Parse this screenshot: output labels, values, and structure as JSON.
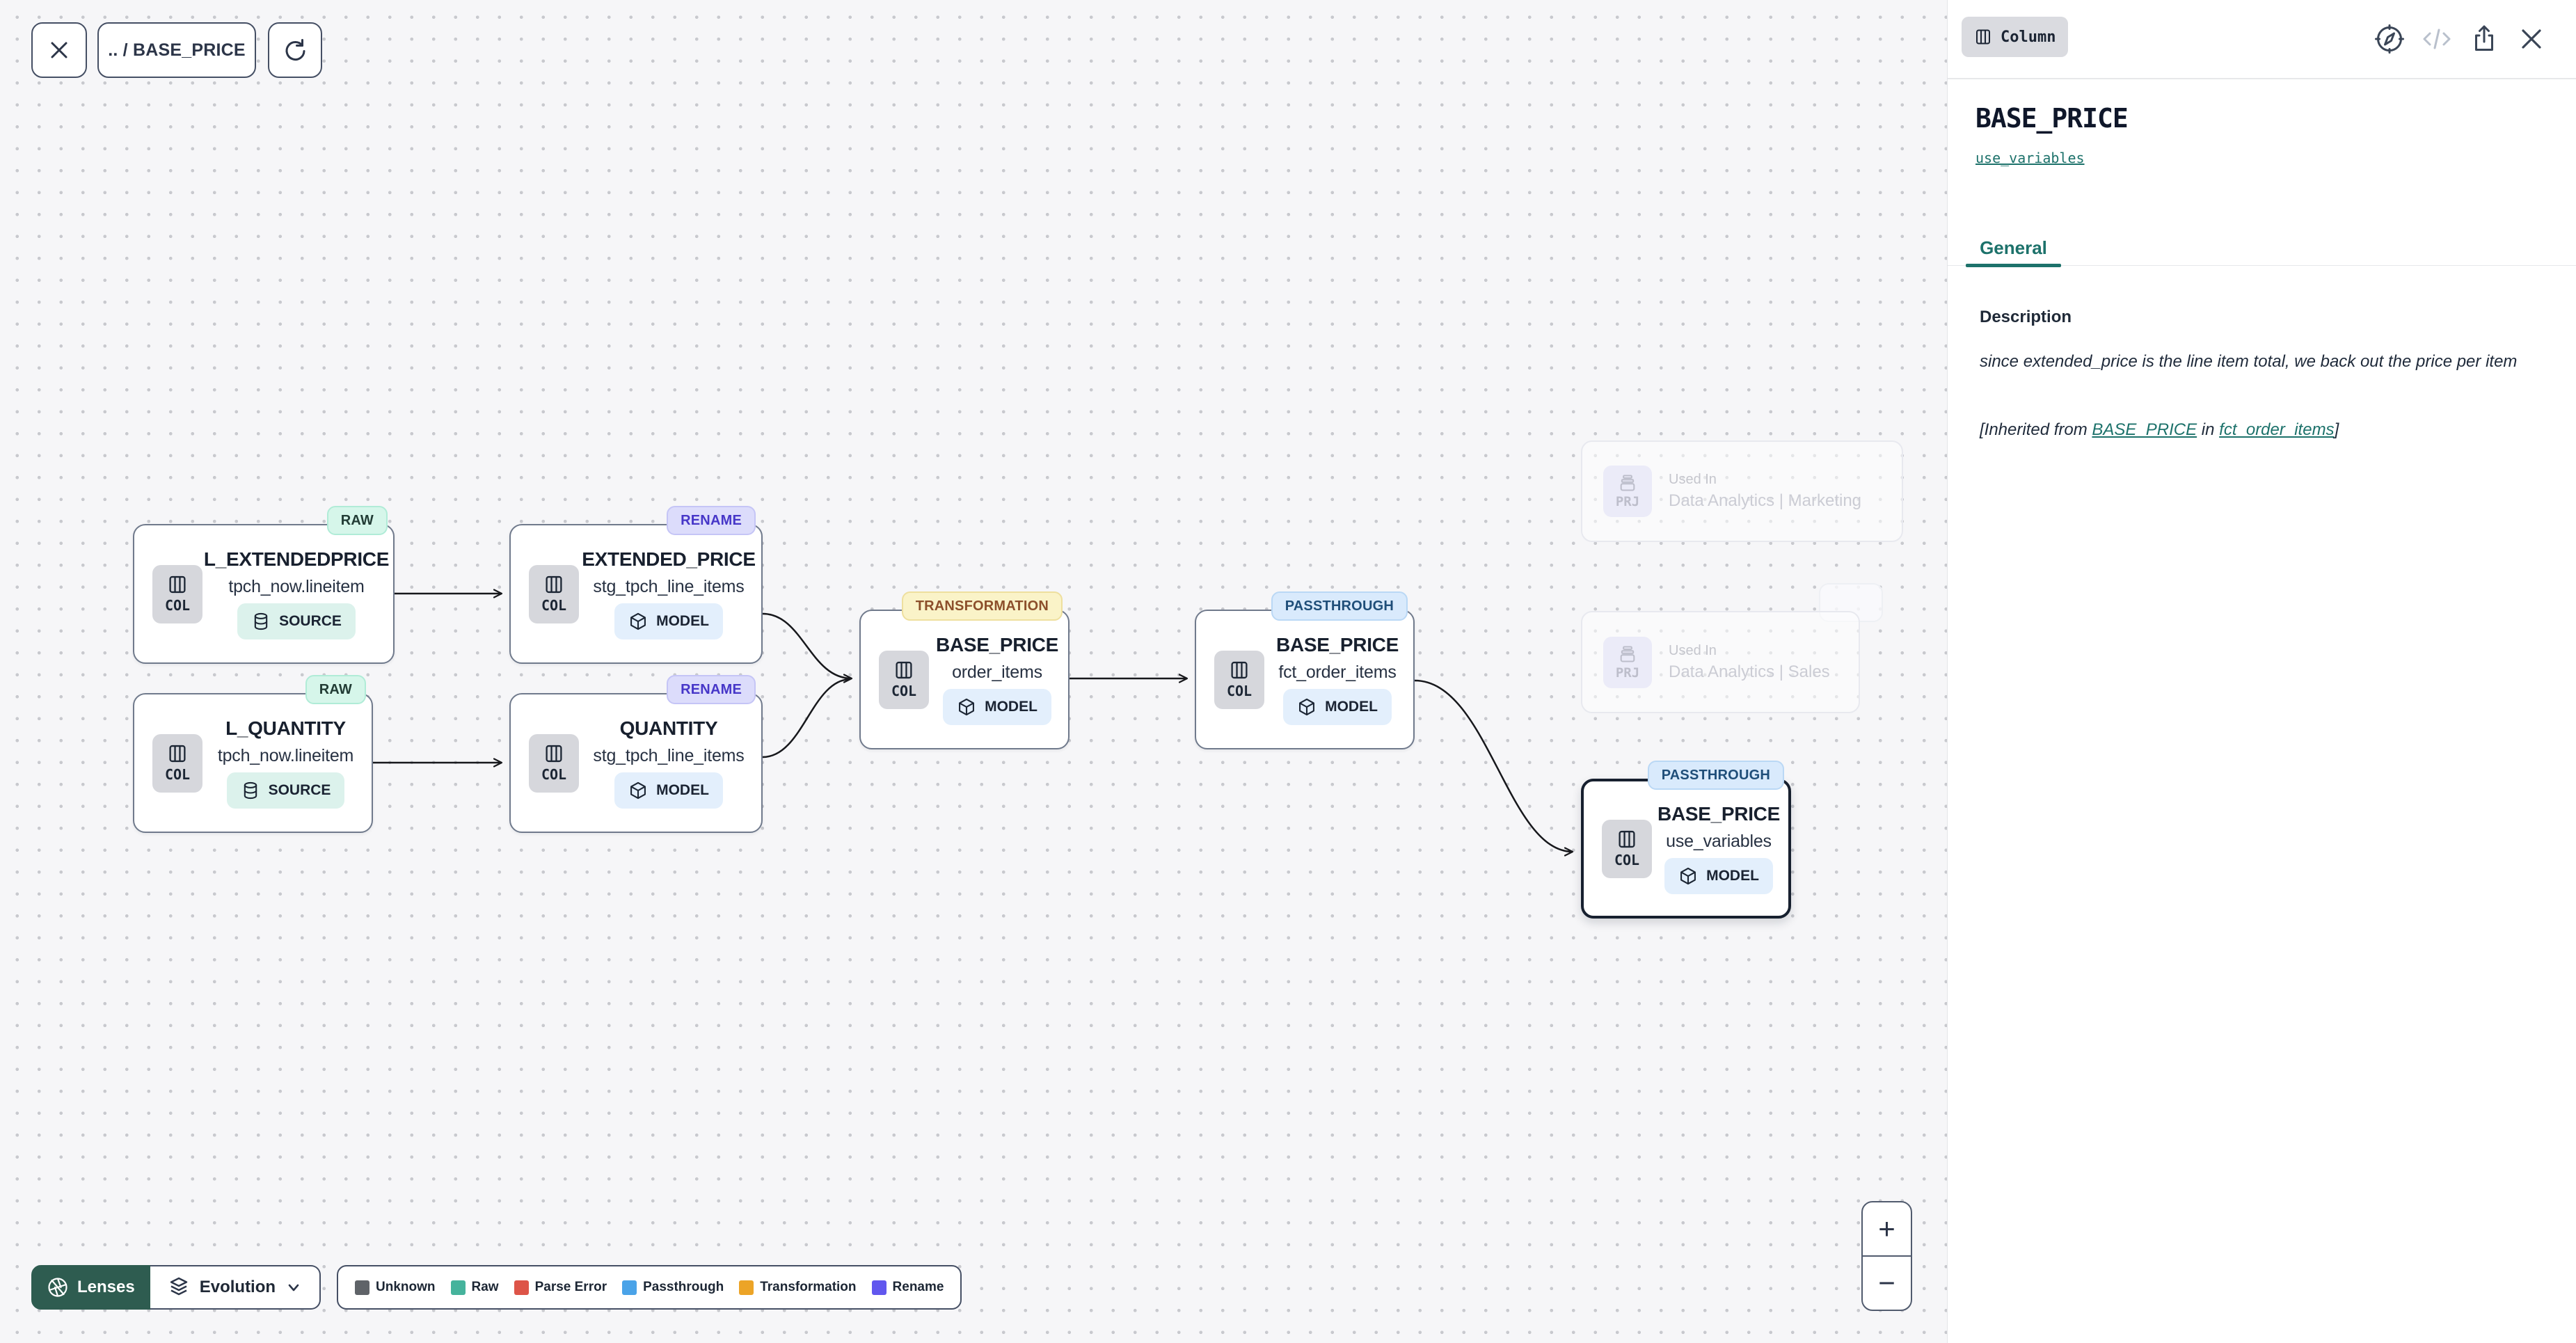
{
  "toolbar": {
    "breadcrumb": ".. / BASE_PRICE"
  },
  "graph": {
    "nodes": [
      {
        "title": "L_EXTENDEDPRICE",
        "subtitle": "tpch_now.lineitem",
        "badge": "RAW",
        "badge_type": "raw",
        "col_label": "COL",
        "type_label": "SOURCE",
        "type": "source",
        "selected": false
      },
      {
        "title": "EXTENDED_PRICE",
        "subtitle": "stg_tpch_line_items",
        "badge": "RENAME",
        "badge_type": "rename",
        "col_label": "COL",
        "type_label": "MODEL",
        "type": "model",
        "selected": false
      },
      {
        "title": "L_QUANTITY",
        "subtitle": "tpch_now.lineitem",
        "badge": "RAW",
        "badge_type": "raw",
        "col_label": "COL",
        "type_label": "SOURCE",
        "type": "source",
        "selected": false
      },
      {
        "title": "QUANTITY",
        "subtitle": "stg_tpch_line_items",
        "badge": "RENAME",
        "badge_type": "rename",
        "col_label": "COL",
        "type_label": "MODEL",
        "type": "model",
        "selected": false
      },
      {
        "title": "BASE_PRICE",
        "subtitle": "order_items",
        "badge": "TRANSFORMATION",
        "badge_type": "transformation",
        "col_label": "COL",
        "type_label": "MODEL",
        "type": "model",
        "selected": false
      },
      {
        "title": "BASE_PRICE",
        "subtitle": "fct_order_items",
        "badge": "PASSTHROUGH",
        "badge_type": "passthrough",
        "col_label": "COL",
        "type_label": "MODEL",
        "type": "model",
        "selected": false
      },
      {
        "title": "BASE_PRICE",
        "subtitle": "use_variables",
        "badge": "PASSTHROUGH",
        "badge_type": "passthrough",
        "col_label": "COL",
        "type_label": "MODEL",
        "type": "model",
        "selected": true
      }
    ],
    "ghost_nodes": [
      {
        "chip_label": "PRJ",
        "label": "Used In",
        "name": "Data Analytics | Marketing"
      },
      {
        "chip_label": "PRJ",
        "label": "Used In",
        "name": "Data Analytics | Sales"
      }
    ]
  },
  "legend": {
    "lenses_label": "Lenses",
    "mode_label": "Evolution",
    "items": [
      {
        "label": "Unknown",
        "color": "#5f6368"
      },
      {
        "label": "Raw",
        "color": "#45b39c"
      },
      {
        "label": "Parse Error",
        "color": "#dd5448"
      },
      {
        "label": "Passthrough",
        "color": "#4aa3e8"
      },
      {
        "label": "Transformation",
        "color": "#eca427"
      },
      {
        "label": "Rename",
        "color": "#6157ee"
      }
    ]
  },
  "zoom_controls": {
    "zoom_in": "+",
    "zoom_out": "−"
  },
  "panel": {
    "type_chip": "Column",
    "title": "BASE_PRICE",
    "model_link": "use_variables",
    "tab": "General",
    "description_label": "Description",
    "description": "since extended_price is the line item total, we back out the price per item",
    "inherited": {
      "pre": "[Inherited from ",
      "link1": "BASE_PRICE",
      "mid": " in ",
      "link2": "fct_order_items",
      "post": "]"
    }
  },
  "colors": {
    "accent_teal": "#1d726b",
    "selection_border": "#17202f",
    "edge": "#17181c"
  }
}
